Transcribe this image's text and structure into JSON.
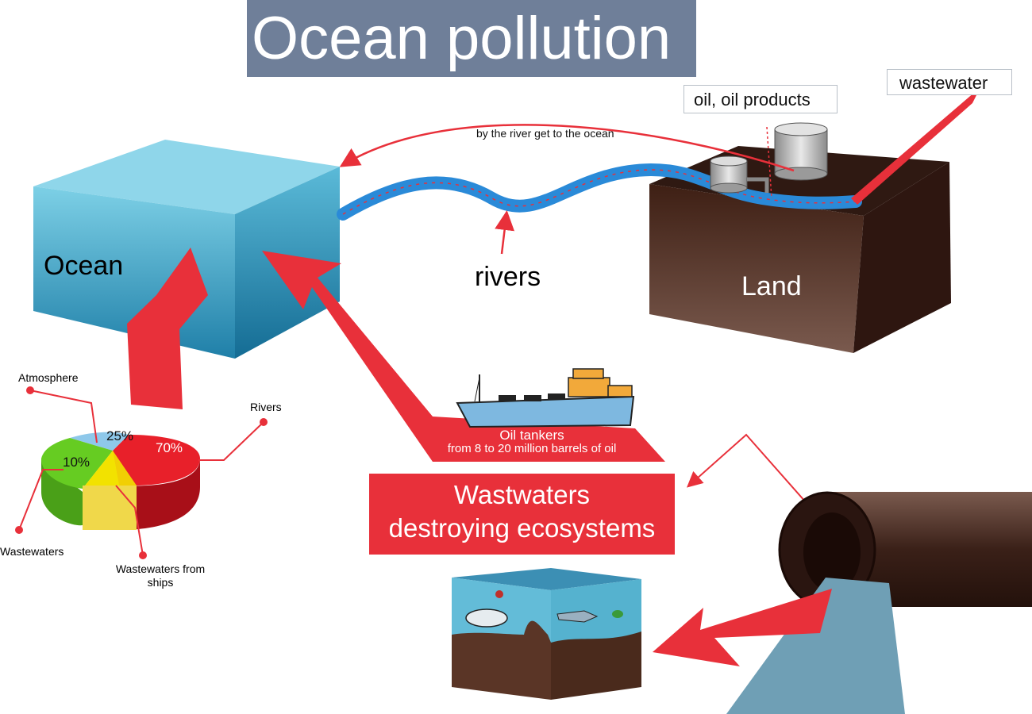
{
  "title": "Ocean pollution",
  "tags": {
    "oil_products": "oil, oil products",
    "wastewater": "wastewater"
  },
  "labels": {
    "river_route": "by the river get to the ocean",
    "ocean": "Ocean",
    "rivers": "rivers",
    "land": "Land"
  },
  "tanker": {
    "line1": "Oil tankers",
    "line2": "from 8 to 20 million barrels of oil"
  },
  "banner": {
    "line1": "Wastwaters",
    "line2": "destroying ecosystems"
  },
  "pie": {
    "slices": [
      {
        "label": "Rivers",
        "value": "70%",
        "color": "#e8202a"
      },
      {
        "label": "Atmosphere",
        "value": "25%",
        "color": "#8ec8ea"
      },
      {
        "label": "Wastewaters",
        "value": "10%",
        "color": "#66cc22"
      },
      {
        "label": "Wastewaters from ships",
        "value": "",
        "color": "#f2e200"
      }
    ]
  },
  "colors": {
    "arrow_red": "#e8303a",
    "ocean_blue": "#3aa6c8",
    "land_brown": "#4a2a1c",
    "river_blue": "#2a8ad8",
    "title_bg": "#6f7f99"
  },
  "icons": [
    "oil-tank-icon",
    "tanker-ship-icon",
    "pipe-icon",
    "whale-icon",
    "shark-icon",
    "crab-icon",
    "turtle-icon"
  ]
}
